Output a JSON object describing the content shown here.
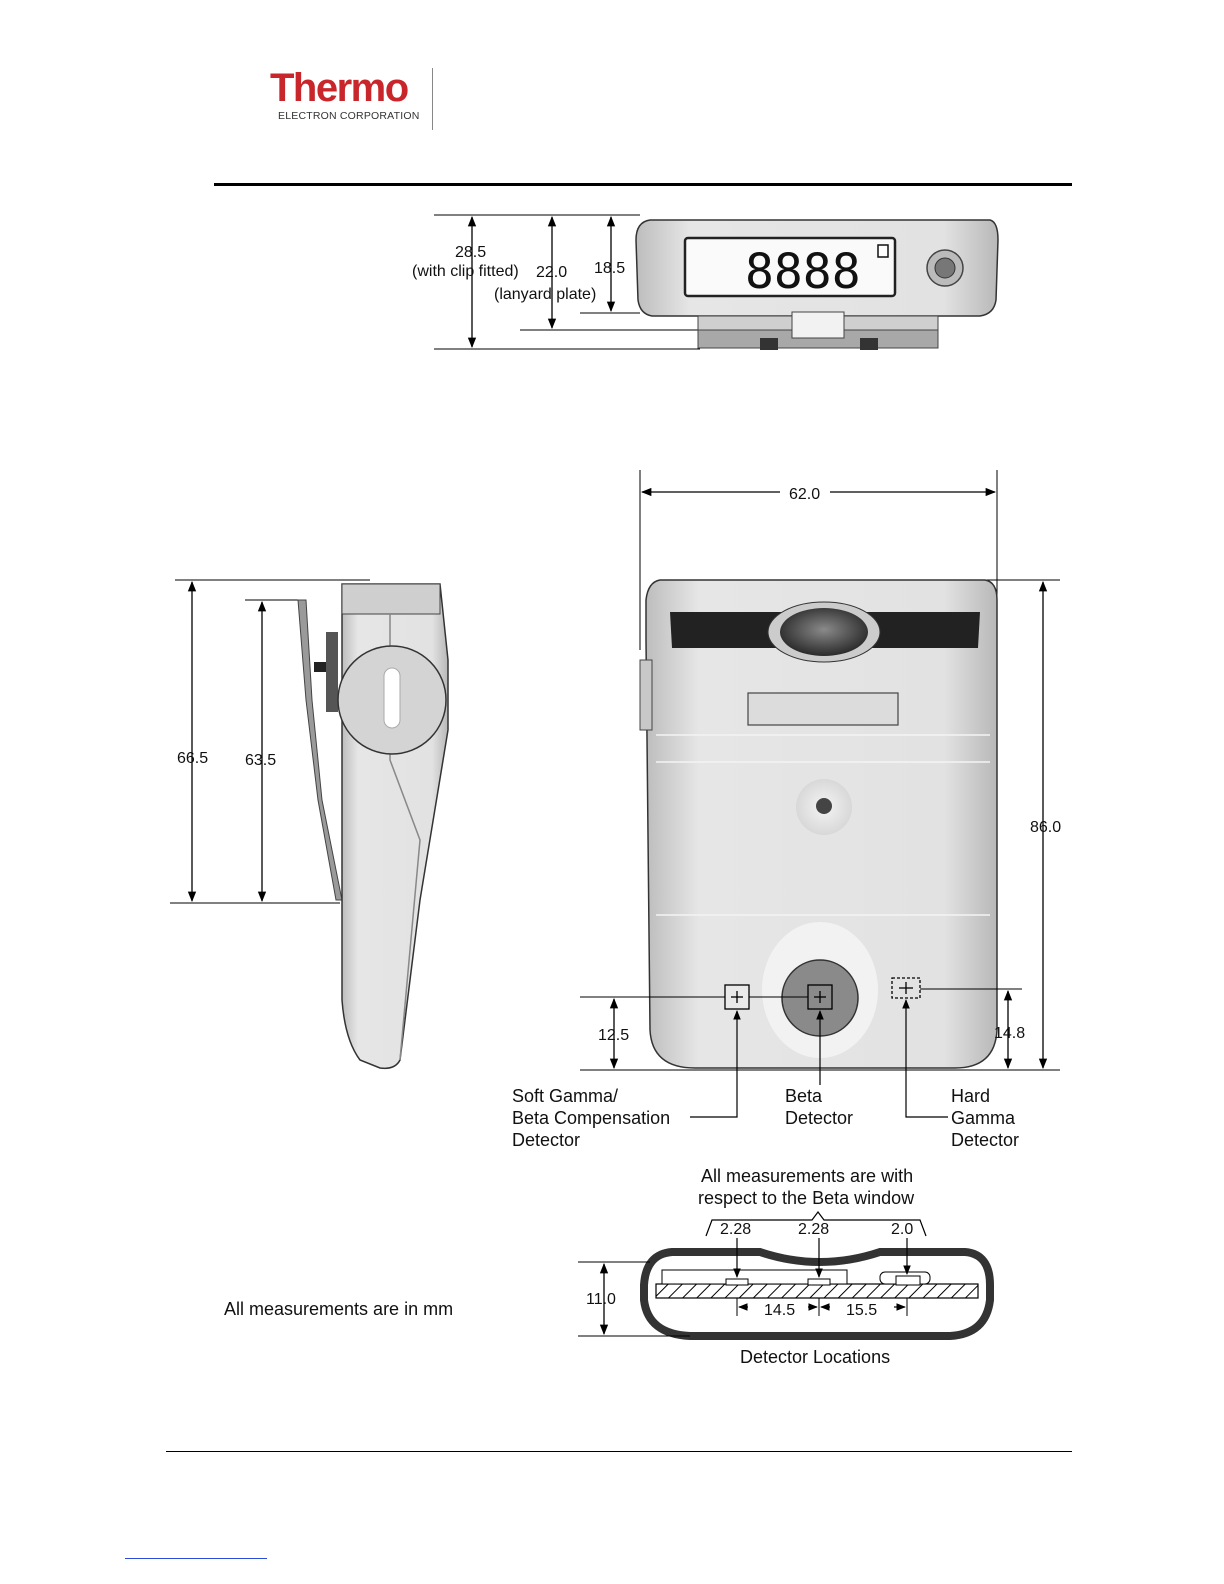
{
  "header": {
    "logo_word": "Thermo",
    "logo_sub": "ELECTRON CORPORATION"
  },
  "top_view": {
    "dim_clip_value": "28.5",
    "dim_clip_note": "(with clip fitted)",
    "dim_lanyard_value": "22.0",
    "dim_lanyard_note": "(lanyard plate)",
    "dim_body_value": "18.5",
    "display_digits": "8888"
  },
  "side_view": {
    "dim_outer": "66.5",
    "dim_inner": "63.5"
  },
  "front_view": {
    "dim_width": "62.0",
    "dim_height": "86.0",
    "dim_left_offset": "12.5",
    "dim_right_offset": "14.8",
    "label_soft_1": "Soft Gamma/",
    "label_soft_2": "Beta Compensation",
    "label_soft_3": "Detector",
    "label_beta_1": "Beta",
    "label_beta_2": "Detector",
    "label_hard_1": "Hard",
    "label_hard_2": "Gamma",
    "label_hard_3": "Detector"
  },
  "section_view": {
    "note_1": "All measurements are with",
    "note_2": "respect to the Beta window",
    "dim_a": "2.28",
    "dim_b": "2.28",
    "dim_c": "2.0",
    "dim_thickness": "11.0",
    "dim_span_left": "14.5",
    "dim_span_right": "15.5",
    "caption": "Detector Locations"
  },
  "units_note": "All measurements are in mm"
}
